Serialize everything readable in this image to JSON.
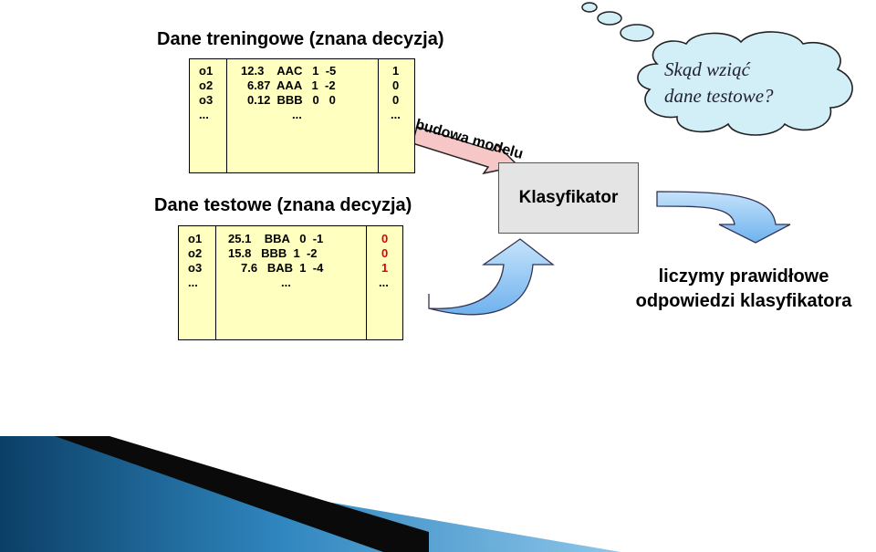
{
  "training": {
    "title": "Dane treningowe (znana decyzja)",
    "ids": [
      "o1",
      "o2",
      "o3",
      "..."
    ],
    "rows": [
      "12.3    AAC   1  -5",
      "6.87  AAA   1  -2",
      "0.12  BBB   0   0",
      "..."
    ],
    "decisions": [
      "1",
      "0",
      "0",
      "..."
    ]
  },
  "testing": {
    "title": "Dane testowe (znana decyzja)",
    "ids": [
      "o1",
      "o2",
      "o3",
      "..."
    ],
    "rows": [
      "25.1    BBA   0  -1",
      "15.8   BBB  1  -2",
      "7.6   BAB  1  -4",
      "..."
    ],
    "decisions": [
      "0",
      "0",
      "1",
      "..."
    ]
  },
  "arrow_label": "budowa modelu",
  "classifier_label": "Klasyfikator",
  "thought": {
    "line1": "Skąd wziąć",
    "line2": "dane testowe?"
  },
  "result": {
    "line1": "liczymy prawidłowe",
    "line2": "odpowiedzi klasyfikatora"
  },
  "colors": {
    "table_fill": "#ffffc0",
    "decision_red": "#e00000",
    "blue_arrow": "#8cc4f4",
    "pink_arrow": "#f7c7c7",
    "cloud_fill": "#d2eef6"
  }
}
